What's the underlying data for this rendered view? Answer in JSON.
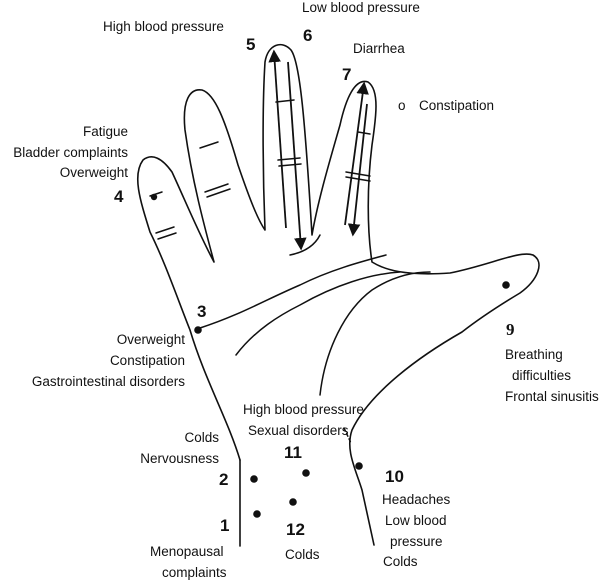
{
  "labels": {
    "high_bp_top": "High blood pressure",
    "low_bp_top": "Low blood pressure",
    "diarrhea": "Diarrhea",
    "constipation_o": "o",
    "constipation_top": "Constipation",
    "fatigue": "Fatigue",
    "bladder": "Bladder complaints",
    "overweight_top": "Overweight",
    "overweight_mid": "Overweight",
    "constipation_mid": "Constipation",
    "gastro": "Gastrointestinal disorders",
    "breathing": "Breathing",
    "difficulties": "difficulties",
    "frontal": "Frontal sinusitis",
    "high_bp_mid": "High blood pressure",
    "sexual": "Sexual disorders",
    "colds_left": "Colds",
    "nervousness": "Nervousness",
    "headaches": "Headaches",
    "low_blood": "Low blood",
    "pressure": "pressure",
    "colds_right": "Colds",
    "colds_bottom": "Colds",
    "menopausal": "Menopausal",
    "complaints": "complaints"
  },
  "points": {
    "p1": "1",
    "p2": "2",
    "p3": "3",
    "p4": "4",
    "p5": "5",
    "p6": "6",
    "p7": "7",
    "p9": "9",
    "p10": "10",
    "p11": "11",
    "p12": "12"
  }
}
